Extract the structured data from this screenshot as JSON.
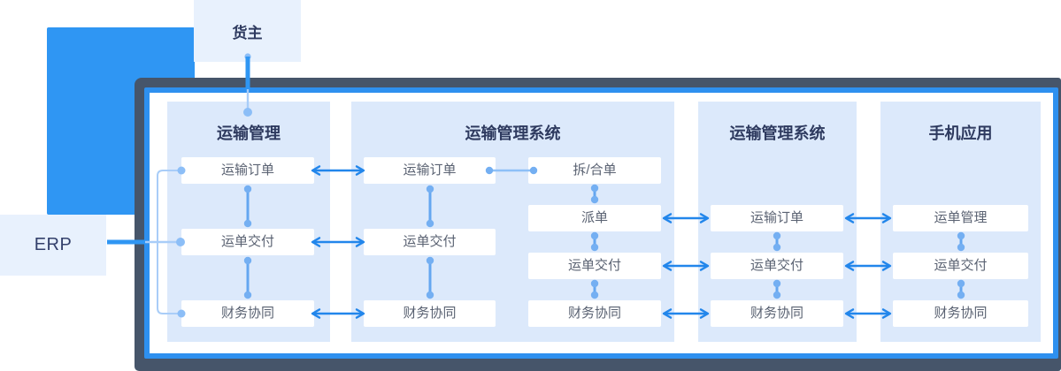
{
  "shipper": {
    "label": "货主"
  },
  "erp": {
    "label": "ERP"
  },
  "columns": [
    {
      "title": "运输管理",
      "boxes": [
        "运输订单",
        "运单交付",
        "财务协同"
      ]
    },
    {
      "title": "运输管理系统",
      "left_boxes": [
        "运输订单",
        "运单交付",
        "财务协同"
      ],
      "right_boxes": [
        "拆/合单",
        "派单",
        "运单交付",
        "财务协同"
      ]
    },
    {
      "title": "运输管理系统",
      "boxes": [
        "运输订单",
        "运单交付",
        "财务协同"
      ]
    },
    {
      "title": "手机应用",
      "boxes": [
        "运单管理",
        "运单交付",
        "财务协同"
      ]
    }
  ],
  "colors": {
    "accent_blue": "#2F96F3",
    "arrow_blue": "#2286EB",
    "connector_line": "#64A6F0",
    "connector_dot": "#74AFF2",
    "light_line": "#A9CDF8",
    "light_dot": "#8CBEF7",
    "panel_bg": "#DCE9FB",
    "frame_dark": "#46556A",
    "title_text": "#2E3A5F",
    "node_text": "#5A6272"
  }
}
